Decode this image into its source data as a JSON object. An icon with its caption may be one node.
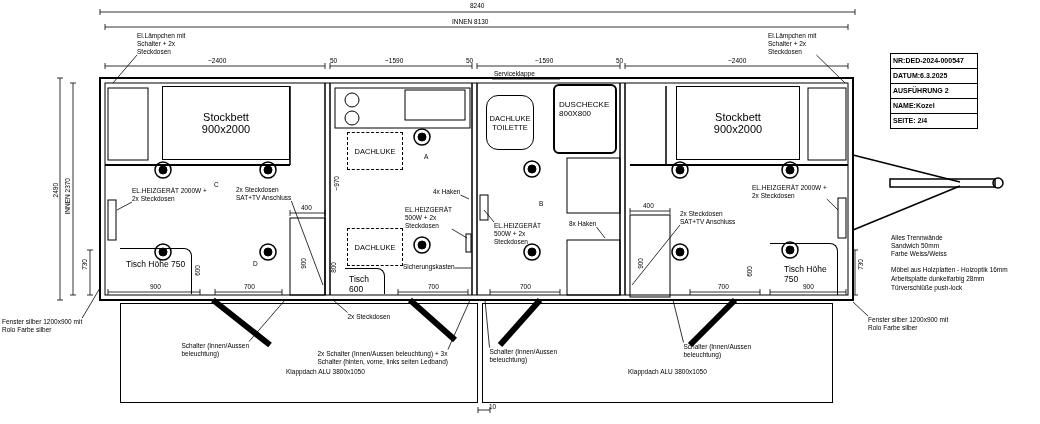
{
  "diagram": {
    "nodes": [
      {
        "text": [
          "Stockbett 900x2000"
        ]
      },
      {
        "text": [
          "Stockbett 900x2000"
        ]
      },
      {
        "text": [
          "Tisch Höhe 750"
        ]
      },
      {
        "text": [
          "Tisch 600"
        ]
      },
      {
        "text": [
          "Tisch Höhe 750"
        ]
      },
      {
        "text": [
          "DACHLUKE"
        ]
      },
      {
        "text": [
          "DACHLUKE"
        ]
      },
      {
        "text": [
          "DACHLUKE TOILETTE"
        ]
      },
      {
        "text": [
          "DUSCHECKE 800X800"
        ]
      },
      {
        "text": [
          "Klappdach ALU 3800x1050"
        ]
      },
      {
        "text": [
          "Klappdach ALU 3800x1050"
        ]
      },
      {
        "text": [
          "El.Lämpchen mit Schalter + 2x Steckdosen"
        ]
      },
      {
        "text": [
          "El.Lämpchen mit Schalter + 2x Steckdosen"
        ]
      },
      {
        "text": [
          "EL.HEIZGERÄT 2000W + 2x Steckdosen"
        ]
      },
      {
        "text": [
          "2x Steckdosen SAT+TV Anschluss"
        ]
      },
      {
        "text": [
          "4x Haken"
        ]
      },
      {
        "text": [
          "EL.HEIZGERÄT 500W + 2x Steckdosen"
        ]
      },
      {
        "text": [
          "Sicherungskasten"
        ]
      },
      {
        "text": [
          "2x Steckdosen"
        ],
        "in": 9
      },
      {
        "text": [
          "Fenster silber 1200x900 mit Rolo Farbe silber"
        ]
      },
      {
        "text": [
          "Schalter (Innen/Aussen beleuchtung)"
        ],
        "in": 9
      },
      {
        "text": [
          "2x Schalter (Innen/Aussen beleuchtung) + 3x Schalter (hinten, vorne, links seiten Ledband)"
        ],
        "in": 9
      },
      {
        "text": [
          "Schalter (Innen/Aussen beleuchtung)"
        ],
        "in": 10
      },
      {
        "text": [
          "EL.HEIZGERÄT 500W + 2x Steckdosen"
        ]
      },
      {
        "text": [
          "8x Haken"
        ]
      },
      {
        "text": [
          "Schalter (Innen/Aussen beleuchtung)"
        ],
        "in": 10
      },
      {
        "text": [
          "2x Steckdosen SAT+TV Anschluss"
        ]
      },
      {
        "text": [
          "EL.HEIZGERÄT 2000W + 2x Steckdosen"
        ]
      },
      {
        "text": [
          "Fenster silber 1200x900 mit Rolo Farbe silber"
        ]
      }
    ],
    "edges": [
      {
        "from": 11,
        "to": null,
        "arrow": "none"
      },
      {
        "from": 12,
        "to": null,
        "arrow": "none"
      },
      {
        "from": 13,
        "to": null,
        "arrow": "none"
      },
      {
        "from": 14,
        "to": null,
        "arrow": "none"
      },
      {
        "from": 15,
        "to": null,
        "arrow": "none"
      },
      {
        "from": 16,
        "to": null,
        "arrow": "none"
      },
      {
        "from": 17,
        "to": null,
        "arrow": "none"
      },
      {
        "from": 18,
        "to": null,
        "arrow": "none"
      },
      {
        "from": 19,
        "to": null,
        "arrow": "none"
      },
      {
        "from": 20,
        "to": null,
        "arrow": "none"
      },
      {
        "from": 21,
        "to": null,
        "arrow": "none"
      },
      {
        "from": 22,
        "to": null,
        "arrow": "none"
      },
      {
        "from": 23,
        "to": null,
        "arrow": "none"
      },
      {
        "from": 24,
        "to": null,
        "arrow": "none"
      },
      {
        "from": 25,
        "to": null,
        "arrow": "none"
      },
      {
        "from": 26,
        "to": null,
        "arrow": "none"
      },
      {
        "from": 27,
        "to": null,
        "arrow": "none"
      },
      {
        "from": 28,
        "to": null,
        "arrow": "none"
      }
    ],
    "labels": [
      "8240",
      "INNEN 8130",
      "~2400",
      "50",
      "~1590",
      "50",
      "~1590",
      "50",
      "~2400",
      "Serviceklappe",
      "NR:DED-2024-000547",
      "DATUM:6.3.2025",
      "AUSFÜHRUNG 2",
      "NAME:Kozel",
      "SEITE: 2/4",
      "A",
      "2490",
      "INNEN 2370",
      "C",
      "~970",
      "B",
      "400",
      "400",
      "730",
      "600",
      "D",
      "900",
      "800",
      "900",
      "600",
      "730",
      "900",
      "700",
      "700",
      "700",
      "700",
      "900",
      "10",
      "Alles Trennwände Sandwich 50mm Farbe Weiss/Weiss",
      "Möbel aus Holzplatten - Holzoptik 16mm",
      "Arbeitsplatte dunkelfarbig 28mm",
      "Türverschlüße push-lock"
    ]
  }
}
